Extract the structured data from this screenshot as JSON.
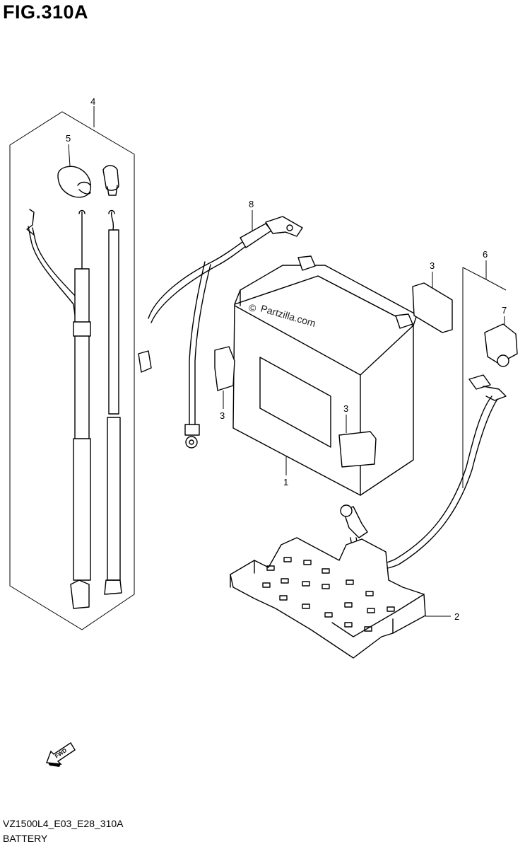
{
  "figure": {
    "title": "FIG.310A",
    "model_code": "VZ1500L4_E03_E28_310A",
    "section_name": "BATTERY"
  },
  "watermark": {
    "text": "Partzilla.com",
    "symbol": "©"
  },
  "fwd_arrow": {
    "label": "FWD"
  },
  "callouts": {
    "battery": "1",
    "battery_tray": "2",
    "pad_left": "3",
    "pad_front": "3",
    "pad_top": "3",
    "harness_assy": "4",
    "terminal_cap": "5",
    "minus_lead_assy": "6",
    "minus_cap": "7",
    "plus_lead": "8"
  }
}
